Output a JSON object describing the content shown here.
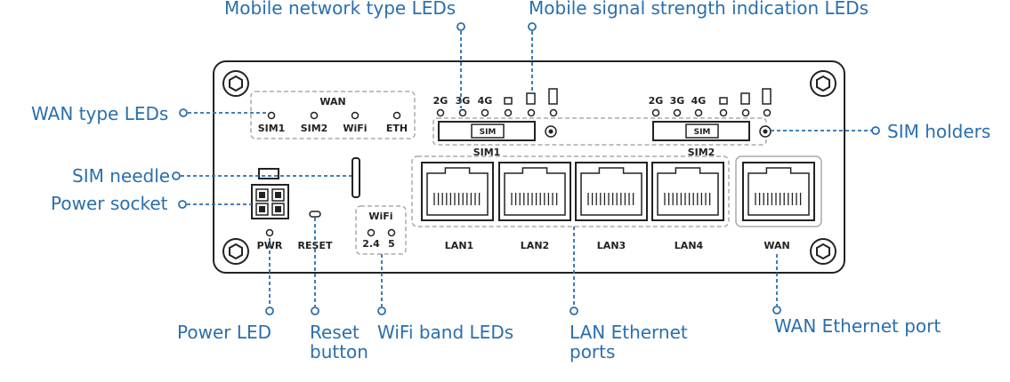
{
  "device": {
    "wan_group_title": "WAN",
    "wan_leds": [
      "SIM1",
      "SIM2",
      "WiFi",
      "ETH"
    ],
    "wifi_group_title": "WiFi",
    "wifi_leds": [
      "2.4",
      "5"
    ],
    "net_leds": [
      "2G",
      "3G",
      "4G"
    ],
    "sim_slot_label": "SIM",
    "sim1_label": "SIM1",
    "sim2_label": "SIM2",
    "pwr_label": "PWR",
    "reset_label": "RESET",
    "lan_ports": [
      "LAN1",
      "LAN2",
      "LAN3",
      "LAN4"
    ],
    "wan_port_label": "WAN"
  },
  "callouts": {
    "mobile_network_leds": "Mobile network type LEDs",
    "mobile_signal_leds": "Mobile signal strength indication LEDs",
    "wan_type_leds": "WAN type LEDs",
    "sim_needle": "SIM needle",
    "power_socket": "Power socket",
    "sim_holders": "SIM holders",
    "power_led": "Power LED",
    "reset_line1": "Reset",
    "reset_line2": "button",
    "wifi_band_leds": "WiFi band LEDs",
    "lan_line1": "LAN Ethernet",
    "lan_line2": "ports",
    "wan_ethernet_port": "WAN Ethernet port"
  },
  "colors": {
    "accent": "#2a6fad",
    "line": "#222222",
    "dash": "#9a9a9a"
  }
}
